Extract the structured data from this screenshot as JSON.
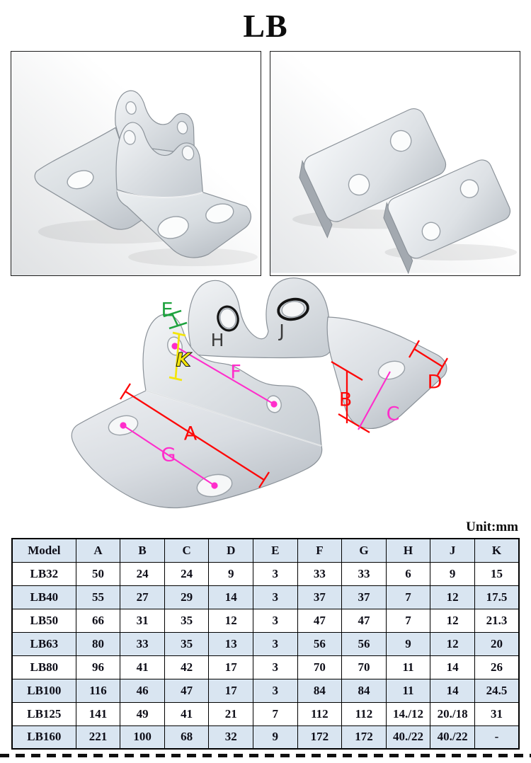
{
  "page": {
    "title": "LB",
    "unit_label": "Unit:mm"
  },
  "diagram": {
    "labels": {
      "A": "A",
      "B": "B",
      "C": "C",
      "D": "D",
      "E": "E",
      "F": "F",
      "G": "G",
      "H": "H",
      "J": "J",
      "K": "K"
    },
    "colors": {
      "red": "#fd0808",
      "magenta": "#ff2dcb",
      "green": "#1da23e",
      "yellow": "#f3e50b",
      "annotation_dark": "#3a3a3a"
    }
  },
  "table": {
    "headers": [
      "Model",
      "A",
      "B",
      "C",
      "D",
      "E",
      "F",
      "G",
      "H",
      "J",
      "K"
    ],
    "rows": [
      [
        "LB32",
        "50",
        "24",
        "24",
        "9",
        "3",
        "33",
        "33",
        "6",
        "9",
        "15"
      ],
      [
        "LB40",
        "55",
        "27",
        "29",
        "14",
        "3",
        "37",
        "37",
        "7",
        "12",
        "17.5"
      ],
      [
        "LB50",
        "66",
        "31",
        "35",
        "12",
        "3",
        "47",
        "47",
        "7",
        "12",
        "21.3"
      ],
      [
        "LB63",
        "80",
        "33",
        "35",
        "13",
        "3",
        "56",
        "56",
        "9",
        "12",
        "20"
      ],
      [
        "LB80",
        "96",
        "41",
        "42",
        "17",
        "3",
        "70",
        "70",
        "11",
        "14",
        "26"
      ],
      [
        "LB100",
        "116",
        "46",
        "47",
        "17",
        "3",
        "84",
        "84",
        "11",
        "14",
        "24.5"
      ],
      [
        "LB125",
        "141",
        "49",
        "41",
        "21",
        "7",
        "112",
        "112",
        "14./12",
        "20./18",
        "31"
      ],
      [
        "LB160",
        "221",
        "100",
        "68",
        "32",
        "9",
        "172",
        "172",
        "40./22",
        "40./22",
        "-"
      ]
    ],
    "header_bg": "#d9e5f1",
    "alt_row_bg": "#d9e5f1"
  }
}
